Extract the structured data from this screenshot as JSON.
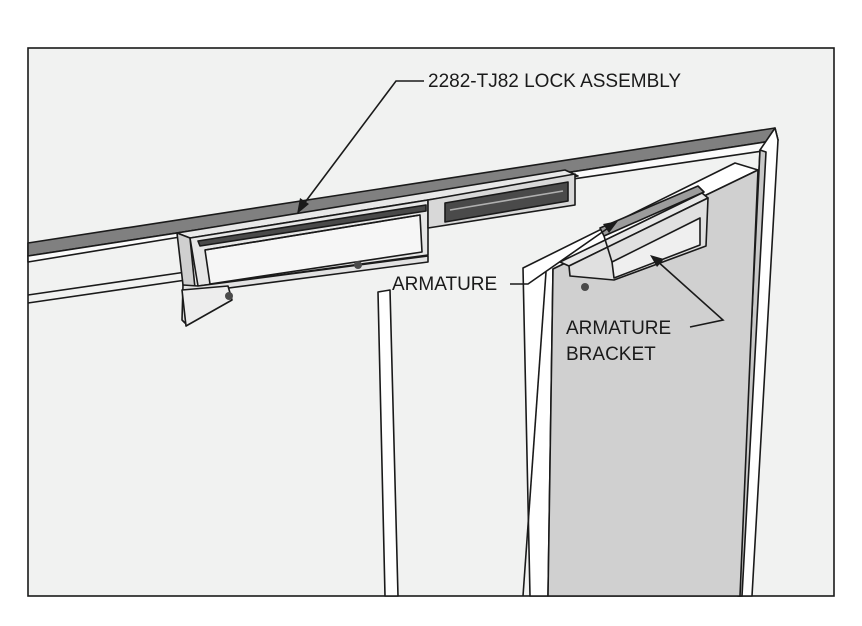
{
  "labels": {
    "lock_assembly": "2282-TJ82 LOCK ASSEMBLY",
    "armature": "ARMATURE",
    "armature_bracket_line1": "ARMATURE",
    "armature_bracket_line2": "BRACKET"
  },
  "colors": {
    "background": "#f1f2f1",
    "door_face": "#d0d0d0",
    "header_bar": "#808080",
    "lock_body": "#e6e6e6",
    "lock_dark": "#4a4a4a",
    "outline": "#1a1a1a"
  }
}
